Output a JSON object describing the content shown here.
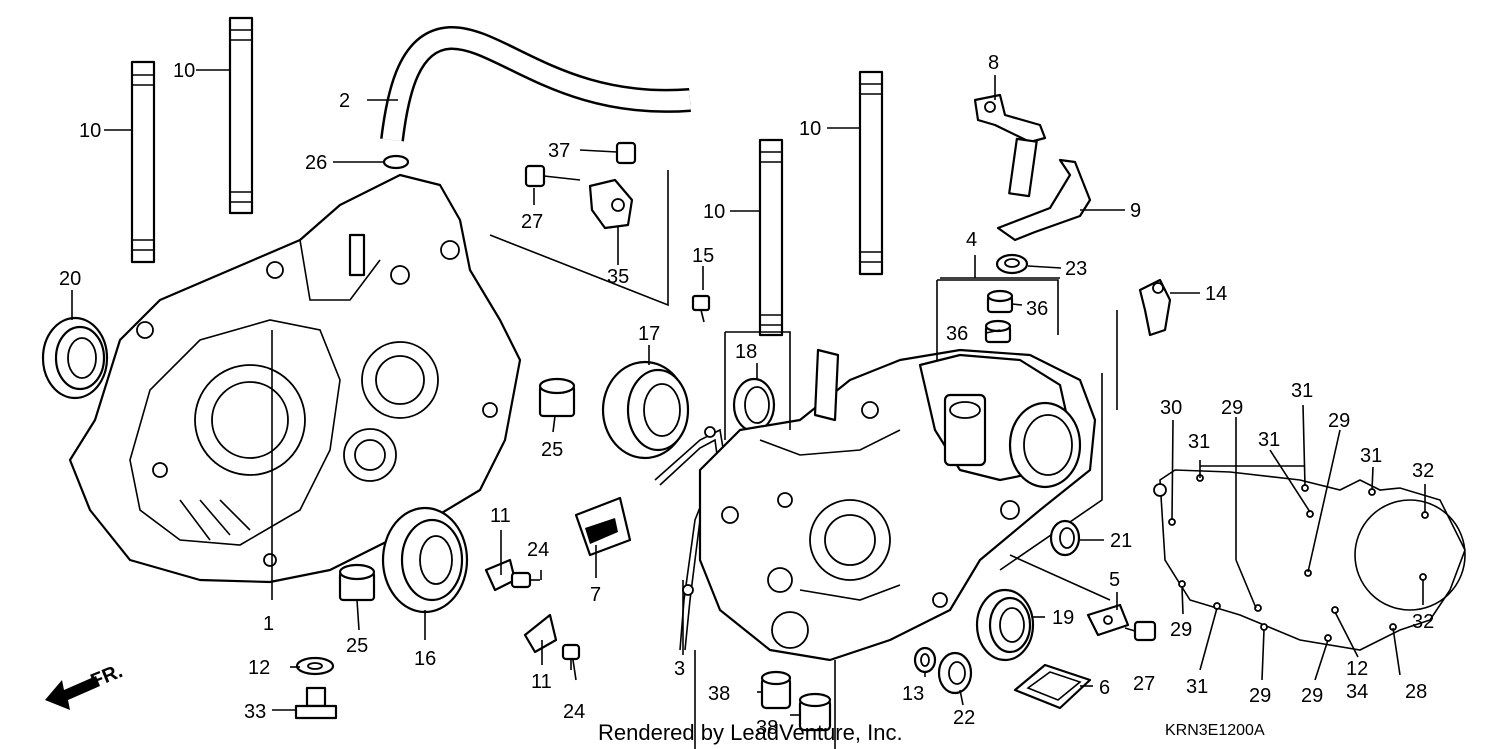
{
  "callouts": [
    {
      "id": "c1",
      "text": "1"
    },
    {
      "id": "c2",
      "text": "2"
    },
    {
      "id": "c3",
      "text": "3"
    },
    {
      "id": "c4",
      "text": "4"
    },
    {
      "id": "c5",
      "text": "5"
    },
    {
      "id": "c6",
      "text": "6"
    },
    {
      "id": "c7",
      "text": "7"
    },
    {
      "id": "c8",
      "text": "8"
    },
    {
      "id": "c9",
      "text": "9"
    },
    {
      "id": "c10a",
      "text": "10"
    },
    {
      "id": "c10b",
      "text": "10"
    },
    {
      "id": "c10c",
      "text": "10"
    },
    {
      "id": "c10d",
      "text": "10"
    },
    {
      "id": "c11a",
      "text": "11"
    },
    {
      "id": "c11b",
      "text": "11"
    },
    {
      "id": "c12a",
      "text": "12"
    },
    {
      "id": "c12b",
      "text": "12"
    },
    {
      "id": "c13",
      "text": "13"
    },
    {
      "id": "c14",
      "text": "14"
    },
    {
      "id": "c15",
      "text": "15"
    },
    {
      "id": "c16",
      "text": "16"
    },
    {
      "id": "c17",
      "text": "17"
    },
    {
      "id": "c18",
      "text": "18"
    },
    {
      "id": "c19",
      "text": "19"
    },
    {
      "id": "c20",
      "text": "20"
    },
    {
      "id": "c21",
      "text": "21"
    },
    {
      "id": "c22",
      "text": "22"
    },
    {
      "id": "c23",
      "text": "23"
    },
    {
      "id": "c24a",
      "text": "24"
    },
    {
      "id": "c24b",
      "text": "24"
    },
    {
      "id": "c25a",
      "text": "25"
    },
    {
      "id": "c25b",
      "text": "25"
    },
    {
      "id": "c26",
      "text": "26"
    },
    {
      "id": "c27a",
      "text": "27"
    },
    {
      "id": "c27b",
      "text": "27"
    },
    {
      "id": "c28",
      "text": "28"
    },
    {
      "id": "c29a",
      "text": "29"
    },
    {
      "id": "c29b",
      "text": "29"
    },
    {
      "id": "c29c",
      "text": "29"
    },
    {
      "id": "c29d",
      "text": "29"
    },
    {
      "id": "c29e",
      "text": "29"
    },
    {
      "id": "c30",
      "text": "30"
    },
    {
      "id": "c31a",
      "text": "31"
    },
    {
      "id": "c31b",
      "text": "31"
    },
    {
      "id": "c31c",
      "text": "31"
    },
    {
      "id": "c31d",
      "text": "31"
    },
    {
      "id": "c31e",
      "text": "31"
    },
    {
      "id": "c32a",
      "text": "32"
    },
    {
      "id": "c32b",
      "text": "32"
    },
    {
      "id": "c33",
      "text": "33"
    },
    {
      "id": "c34",
      "text": "34"
    },
    {
      "id": "c35",
      "text": "35"
    },
    {
      "id": "c36a",
      "text": "36"
    },
    {
      "id": "c36b",
      "text": "36"
    },
    {
      "id": "c37",
      "text": "37"
    },
    {
      "id": "c38a",
      "text": "38"
    },
    {
      "id": "c38b",
      "text": "38"
    }
  ],
  "front_marker": "FR.",
  "footer": {
    "rendered_by": "Rendered by LeadVenture, Inc.",
    "diagram_code": "KRN3E1200A"
  }
}
